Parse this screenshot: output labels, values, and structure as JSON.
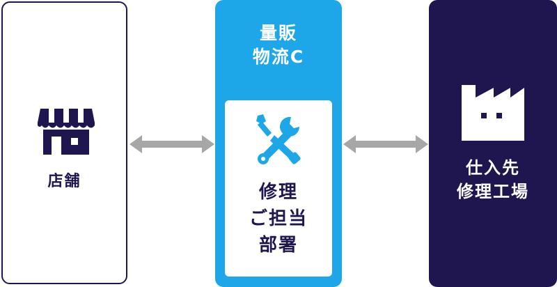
{
  "store": {
    "label": "店舗",
    "icon": "storefront-icon"
  },
  "center": {
    "title_lines": [
      "量販",
      "物流C"
    ],
    "inner_lines": [
      "修理",
      "ご担当",
      "部署"
    ],
    "icon": "tools-icon"
  },
  "factory": {
    "lines": [
      "仕入先",
      "修理工場"
    ],
    "icon": "factory-icon"
  },
  "arrows": [
    "double-arrow-icon",
    "double-arrow-icon"
  ],
  "colors": {
    "navy": "#1f1650",
    "blue": "#1ea7e8",
    "arrow": "#a7a7a7",
    "white": "#ffffff"
  }
}
